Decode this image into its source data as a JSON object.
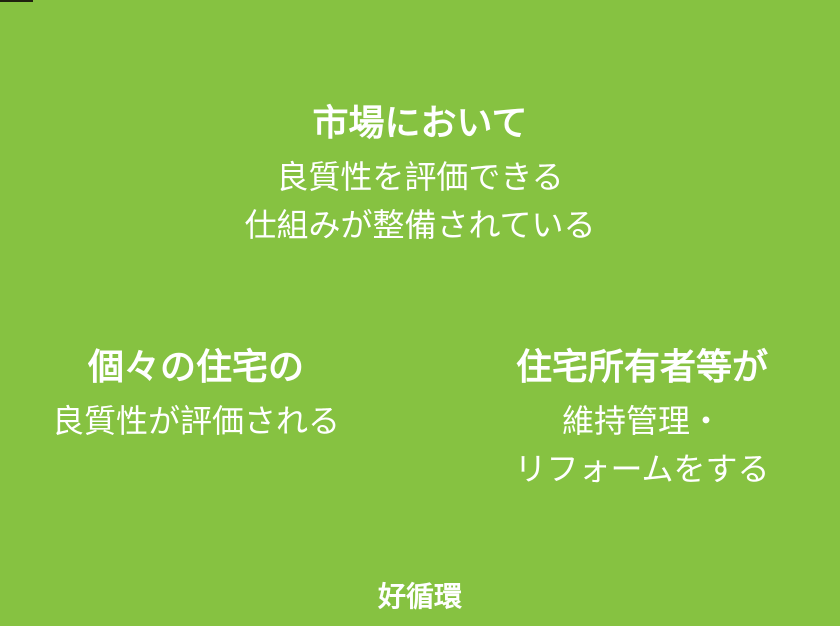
{
  "colors": {
    "background": "#86C241",
    "text": "#FFFFFF",
    "top-bar": "#20220F"
  },
  "diagram": {
    "center_label": "好循環",
    "nodes": {
      "top": {
        "title": "市場において",
        "lines": [
          "良質性を評価できる",
          "仕組みが整備されている"
        ]
      },
      "left": {
        "title": "個々の住宅の",
        "lines": [
          "良質性が評価される"
        ]
      },
      "right": {
        "title": "住宅所有者等が",
        "lines": [
          "維持管理・",
          "リフォームをする"
        ]
      }
    }
  }
}
